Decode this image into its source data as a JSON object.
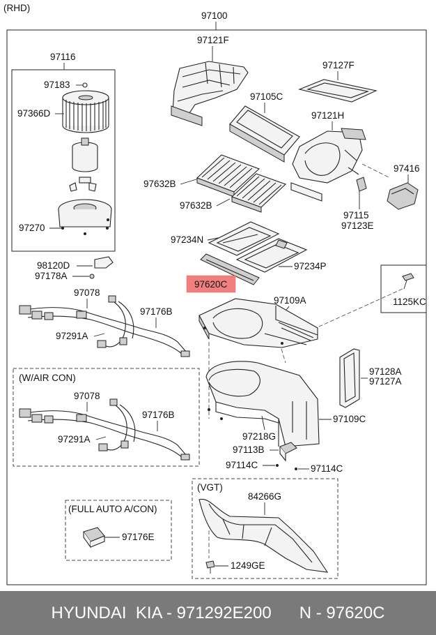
{
  "header_note": "(RHD)",
  "main_part": "97100",
  "groups": {
    "w_air_con": "(W/AIR CON)",
    "vgt": "(VGT)",
    "full_auto": "(FULL AUTO A/CON)"
  },
  "labels": {
    "p97116": "97116",
    "p97183": "97183",
    "p97366D": "97366D",
    "p97270": "97270",
    "p98120D": "98120D",
    "p97178A": "97178A",
    "p97078_a": "97078",
    "p97291A_a": "97291A",
    "p97176B_a": "97176B",
    "p97078_b": "97078",
    "p97291A_b": "97291A",
    "p97176B_b": "97176B",
    "p97176E": "97176E",
    "p97121F": "97121F",
    "p97127F": "97127F",
    "p97105C": "97105C",
    "p97121H": "97121H",
    "p97416": "97416",
    "p97632B_a": "97632B",
    "p97632B_b": "97632B",
    "p97115": "97115",
    "p97123E": "97123E",
    "p97234N": "97234N",
    "p97234P": "97234P",
    "p97620C": "97620C",
    "p1125KC": "1125KC",
    "p97109A": "97109A",
    "p97128A": "97128A",
    "p97127A": "97127A",
    "p97109C": "97109C",
    "p97218G": "97218G",
    "p97113B": "97113B",
    "p97114C_a": "97114C",
    "p97114C_b": "97114C",
    "p84266G": "84266G",
    "p1249GE": "1249GE"
  },
  "highlight_color": "#f08080",
  "footer": "HYUNDAI  KIA - 971292E200      N - 97620C"
}
